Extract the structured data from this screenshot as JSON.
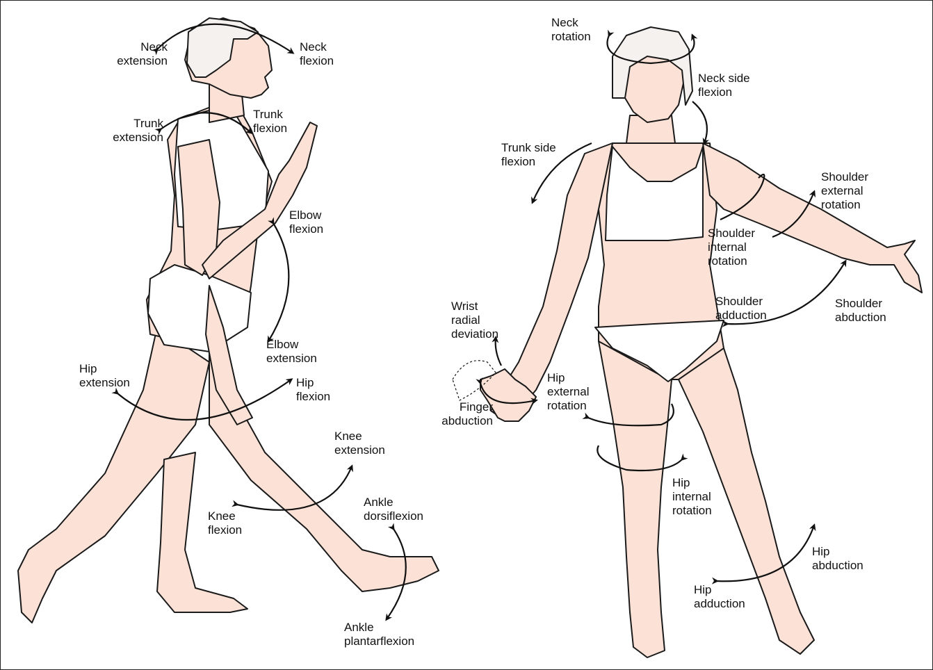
{
  "colors": {
    "skin": "#fbe1d6",
    "outline": "#1a1a1a",
    "garment": "#ffffff",
    "arrow": "#111111"
  },
  "labels": {
    "neck_extension": [
      "Neck",
      "extension"
    ],
    "neck_flexion": [
      "Neck",
      "flexion"
    ],
    "trunk_extension": [
      "Trunk",
      "extension"
    ],
    "trunk_flexion": [
      "Trunk",
      "flexion"
    ],
    "elbow_flexion": [
      "Elbow",
      "flexion"
    ],
    "elbow_extension": [
      "Elbow",
      "extension"
    ],
    "hip_extension": [
      "Hip",
      "extension"
    ],
    "hip_flexion": [
      "Hip",
      "flexion"
    ],
    "knee_extension": [
      "Knee",
      "extension"
    ],
    "knee_flexion": [
      "Knee",
      "flexion"
    ],
    "ankle_dorsiflexion": [
      "Ankle",
      "dorsiflexion"
    ],
    "ankle_plantarflexion": [
      "Ankle",
      "plantarflexion"
    ],
    "neck_rotation": [
      "Neck",
      "rotation"
    ],
    "neck_side_flexion": [
      "Neck side",
      "flexion"
    ],
    "trunk_side_flexion": [
      "Trunk side",
      "flexion"
    ],
    "shoulder_external_rotation": [
      "Shoulder",
      "external",
      "rotation"
    ],
    "shoulder_internal_rotation": [
      "Shoulder",
      "internal",
      "rotation"
    ],
    "shoulder_adduction": [
      "Shoulder",
      "adduction"
    ],
    "shoulder_abduction": [
      "Shoulder",
      "abduction"
    ],
    "wrist_radial_deviation": [
      "Wrist",
      "radial",
      "deviation"
    ],
    "finger_abduction": [
      "Finger",
      "abduction"
    ],
    "hip_external_rotation": [
      "Hip",
      "external",
      "rotation"
    ],
    "hip_internal_rotation": [
      "Hip",
      "internal",
      "rotation"
    ],
    "hip_abduction": [
      "Hip",
      "abduction"
    ],
    "hip_adduction": [
      "Hip",
      "adduction"
    ]
  }
}
